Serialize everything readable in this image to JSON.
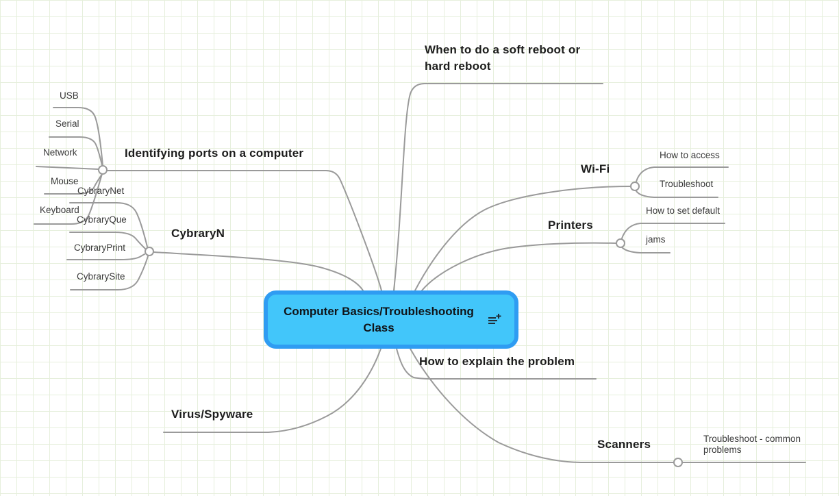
{
  "app": {
    "name": "mind-map-canvas"
  },
  "root": {
    "title": "Computer Basics/Troubleshooting Class",
    "icon": "add-items-icon"
  },
  "branches": {
    "reboot": {
      "label": "When to do a soft reboot or hard reboot"
    },
    "ports": {
      "label": "Identifying ports on a computer",
      "children": [
        "USB",
        "Serial",
        "Network",
        "Mouse",
        "Keyboard"
      ]
    },
    "wifi": {
      "label": "Wi-Fi",
      "children": [
        "How to access",
        "Troubleshoot"
      ]
    },
    "printers": {
      "label": "Printers",
      "children": [
        "How to set default",
        "jams"
      ]
    },
    "cybraryn": {
      "label": "CybraryN",
      "children": [
        "CybraryNet",
        "CybraryQue",
        "CybraryPrint",
        "CybrarySite"
      ]
    },
    "explain": {
      "label": "How to explain the problem"
    },
    "virus": {
      "label": "Virus/Spyware"
    },
    "scanners": {
      "label": "Scanners",
      "children": [
        "Troubleshoot - common problems"
      ]
    }
  },
  "colors": {
    "background": "#ffffff",
    "grid_line": "#e6efdc",
    "connector": "#9a9a9a",
    "root_fill": "#42c6fa",
    "root_border": "#2f9cf2",
    "label_text": "#1c1c1c"
  }
}
